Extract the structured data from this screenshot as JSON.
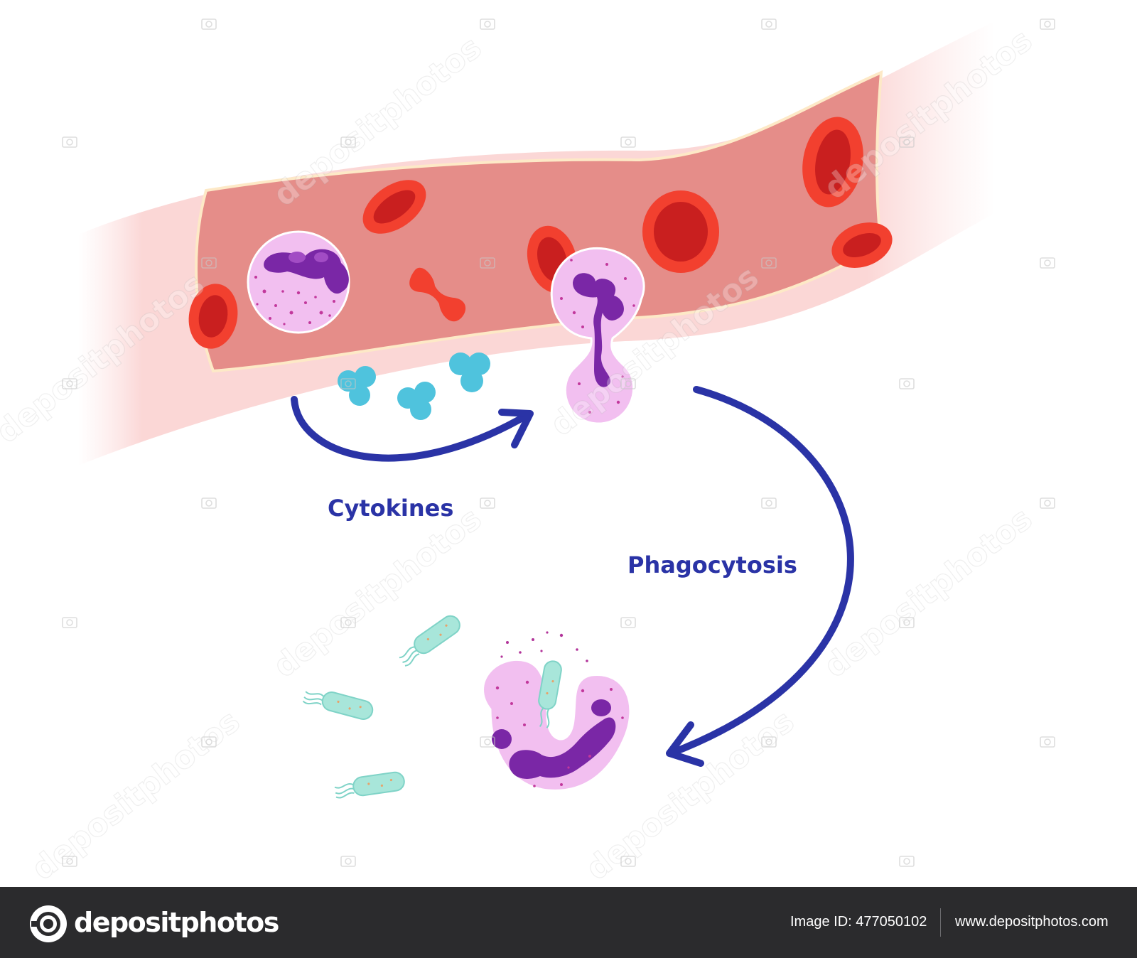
{
  "labels": {
    "cytokines": "Cytokines",
    "phagocytosis": "Phagocytosis"
  },
  "watermark": {
    "text": "depositphotos"
  },
  "footer": {
    "brand_name": "depositphotos",
    "image_id": "Image ID: 477050102",
    "site_url": "www.depositphotos.com"
  },
  "colors": {
    "arrow": "#2a33a6",
    "label": "#2a33a6",
    "vessel_lumen": "#e58d89",
    "red_blood_cell": "#f2402f",
    "neutrophil_cytoplasm": "#f2bff0",
    "neutrophil_nucleus": "#7a27a6",
    "cytokine": "#4fc3dd",
    "bacteria": "#a8e6da",
    "footer_background": "#2b2b2d"
  },
  "icons": {
    "brand": "camera-lens-icon",
    "watermark": "camera-icon"
  }
}
